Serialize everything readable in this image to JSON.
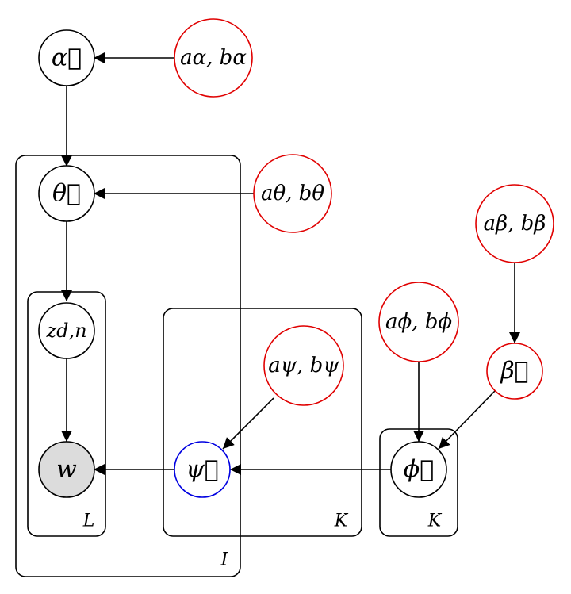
{
  "nodes": {
    "alpha": "α⃗",
    "a_alpha_b_alpha": "aα, bα",
    "theta": "θ⃗",
    "a_theta_b_theta": "aθ, bθ",
    "a_beta_b_beta": "aβ, bβ",
    "z": "zd,n",
    "a_phi_b_phi": "aϕ, bϕ",
    "a_psi_b_psi": "aψ, bψ",
    "beta": "β⃗",
    "w": "w",
    "psi": "ψ⃗",
    "phi": "ϕ⃗"
  },
  "plates": {
    "I": "I",
    "L": "L",
    "K_psi": "K",
    "K_phi": "K"
  },
  "colors": {
    "hyperparameter_stroke": "#e00000",
    "psi_stroke": "#0000e0",
    "observed_fill": "#dcdcdc"
  }
}
